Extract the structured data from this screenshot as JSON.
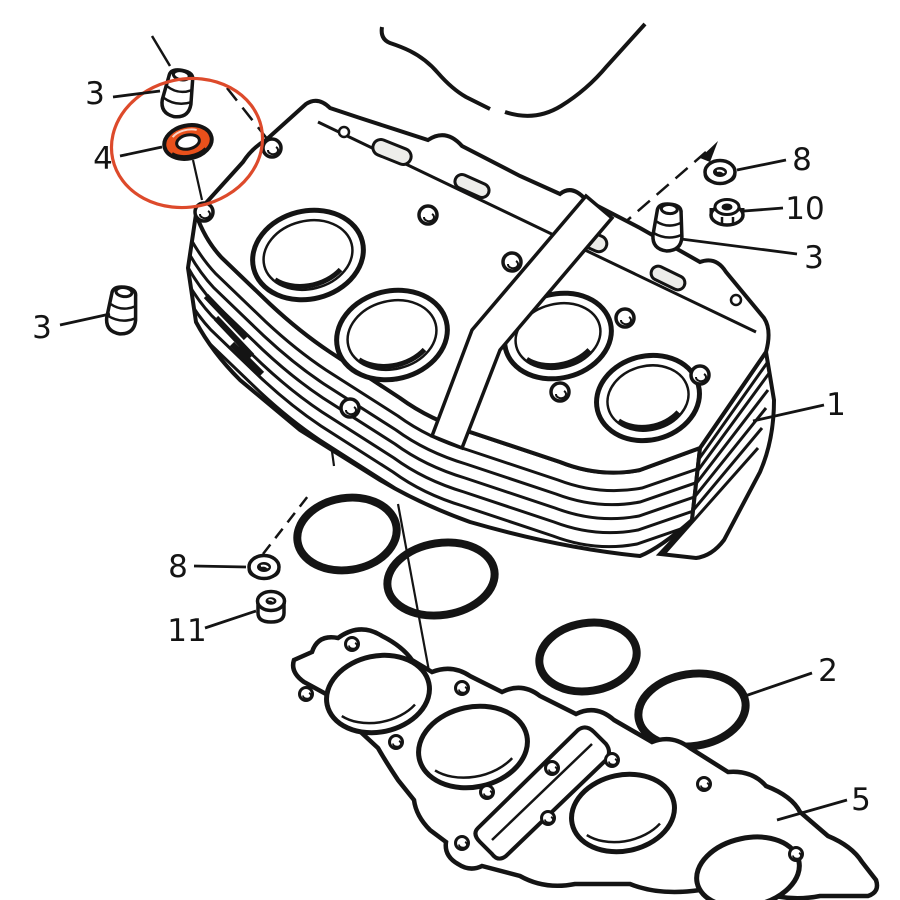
{
  "figure": {
    "kind": "exploded-parts-diagram",
    "background": "#ffffff",
    "ink": "#141414",
    "highlight": {
      "ellipse_color": "#dd4a2b",
      "seal_fill": "#e8501b",
      "highlighted_part_number": "4"
    }
  },
  "callouts": [
    {
      "number": "3",
      "target": "damper-top"
    },
    {
      "number": "4",
      "target": "oil-seal-highlighted"
    },
    {
      "number": "3",
      "target": "damper-left"
    },
    {
      "number": "8",
      "target": "washer-lower-left"
    },
    {
      "number": "11",
      "target": "nut-lower-left"
    },
    {
      "number": "8",
      "target": "washer-right"
    },
    {
      "number": "10",
      "target": "flange-nut-right"
    },
    {
      "number": "3",
      "target": "damper-right"
    },
    {
      "number": "1",
      "target": "cylinder-block"
    },
    {
      "number": "2",
      "target": "o-ring"
    },
    {
      "number": "5",
      "target": "cylinder-base-gasket"
    }
  ]
}
